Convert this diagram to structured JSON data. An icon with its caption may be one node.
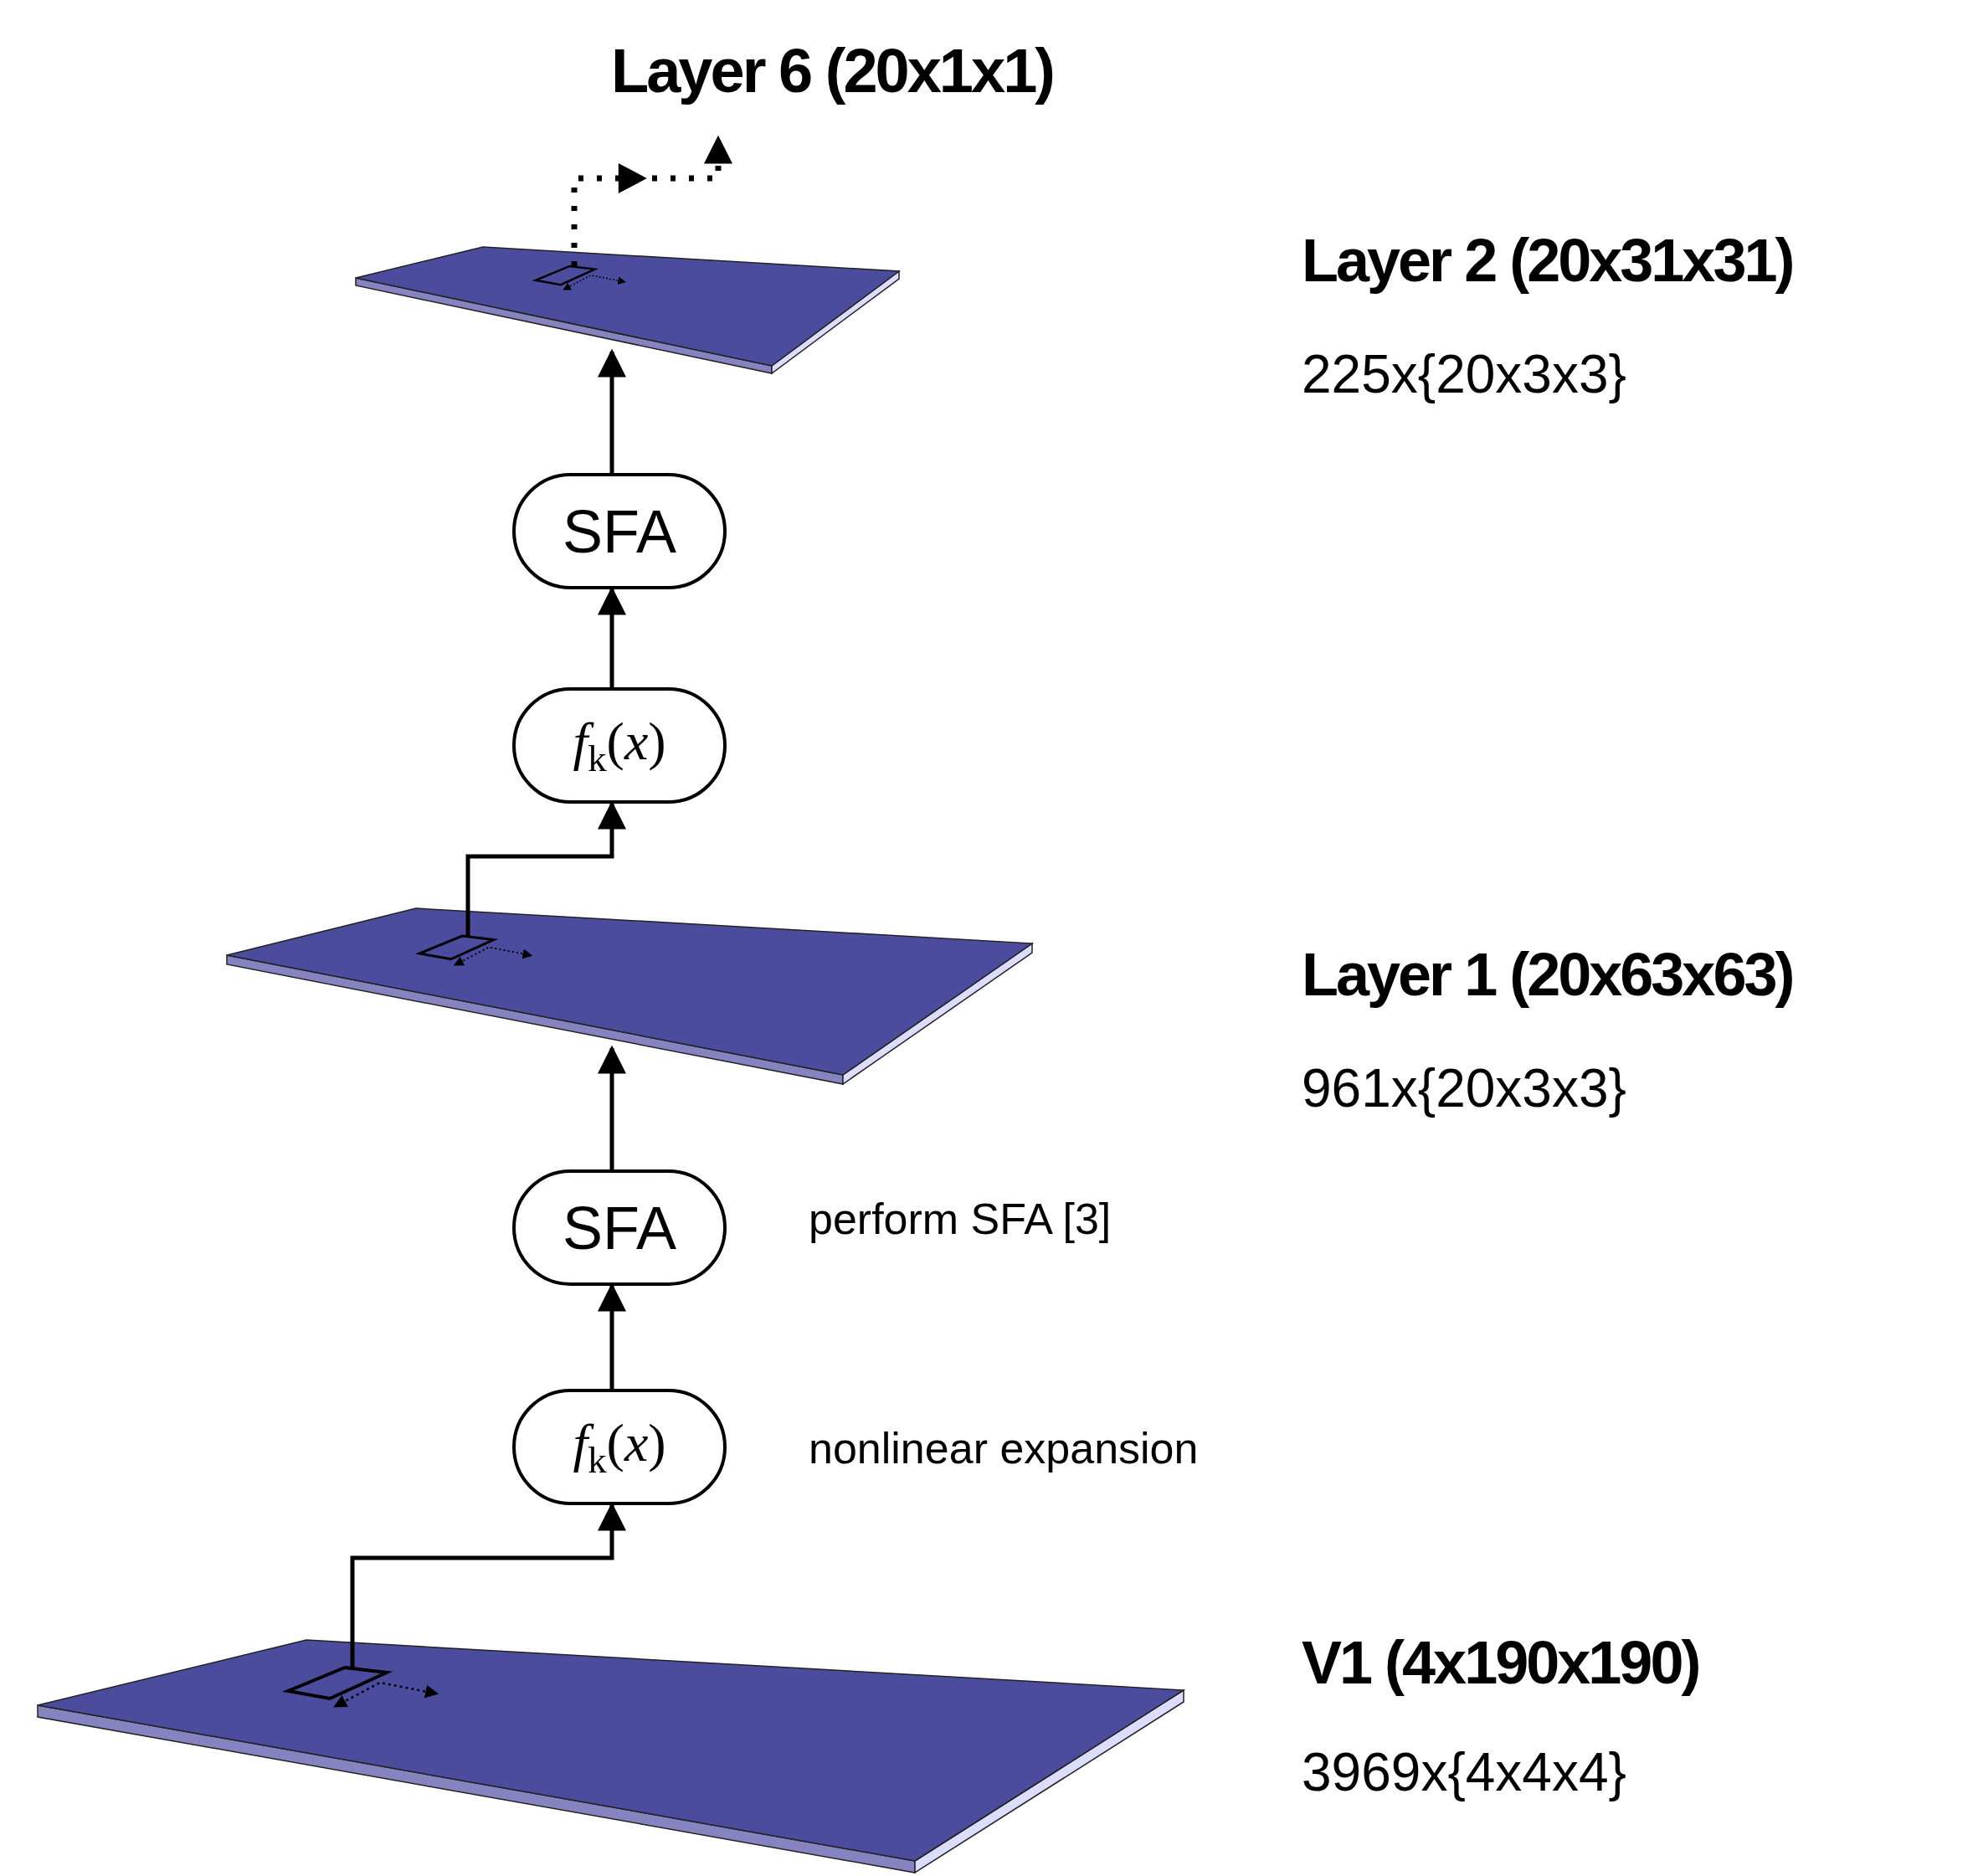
{
  "diagram": {
    "nodes": [
      {
        "text": [
          "Layer 6 (20x1x1)"
        ]
      },
      {
        "text": [],
        "shape": "box",
        "beside": [
          "Layer 2 (20x31x31)",
          "225x{20x3x3}"
        ]
      },
      {
        "text": [
          "SFA"
        ]
      },
      {
        "text": [
          "*f*$_{k}$(*x*)"
        ]
      },
      {
        "text": [],
        "shape": "box",
        "beside": [
          "Layer 1 (20x63x63)",
          "961x{20x3x3}"
        ]
      },
      {
        "text": [
          "SFA"
        ],
        "beside": [
          "perform SFA [3]"
        ]
      },
      {
        "text": [
          "*f*$_{k}$(*x*)"
        ],
        "beside": [
          "nonlinear expansion"
        ]
      },
      {
        "text": [],
        "shape": "box",
        "beside": [
          "V1 (4x190x190)",
          "3969x{4x4x4}"
        ]
      }
    ],
    "edges": [
      {
        "from": 7,
        "to": 6,
        "arrow": "to"
      },
      {
        "from": 6,
        "to": 5,
        "arrow": "to"
      },
      {
        "from": 5,
        "to": 4,
        "arrow": "to"
      },
      {
        "from": 4,
        "to": 3,
        "arrow": "to"
      },
      {
        "from": 3,
        "to": 2,
        "arrow": "to"
      },
      {
        "from": 2,
        "to": 1,
        "arrow": "to"
      },
      {
        "from": 1,
        "to": 0,
        "arrow": "to",
        "style": "dashed"
      }
    ]
  }
}
